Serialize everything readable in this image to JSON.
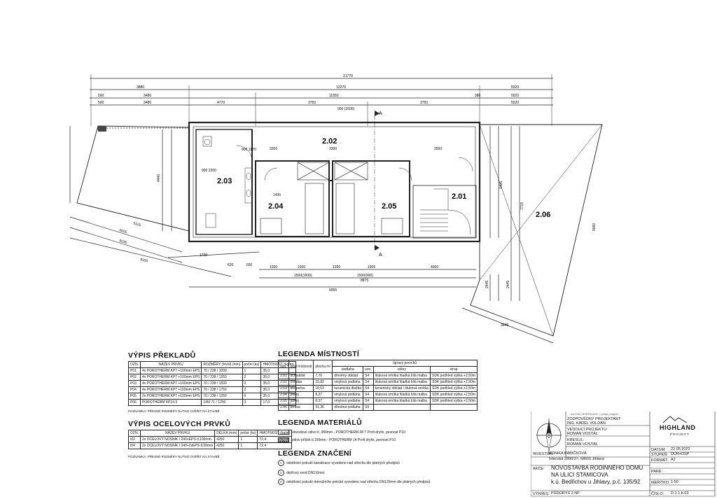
{
  "plan": {
    "rooms": [
      {
        "id": "2.02",
        "name": "room-2-02-label"
      },
      {
        "id": "2.03",
        "name": "room-2-03-label"
      },
      {
        "id": "2.04",
        "name": "room-2-04-label"
      },
      {
        "id": "2.05",
        "name": "room-2-05-label"
      },
      {
        "id": "2.01",
        "name": "room-2-01-label"
      },
      {
        "id": "2.06",
        "name": "room-2-06-label"
      }
    ],
    "dims_top": [
      "21770",
      "3880",
      "12270",
      "5520",
      "500",
      "3480",
      "11550",
      "380",
      "5520",
      "500",
      "3480",
      "4770",
      "3750",
      "3750",
      "5520",
      "900 (1600)"
    ],
    "dims_bottom": [
      "1000",
      "1500",
      "1250",
      "1500",
      "4000",
      "1500(1500)",
      "1500(900)",
      "8875",
      "9055",
      "1720",
      "5125",
      "620",
      "650"
    ],
    "section_marks": [
      "A",
      "A"
    ],
    "inner_dims": [
      "3300",
      "2500",
      "1435",
      "3300",
      "4405",
      "7715",
      "9060",
      "4440",
      "2445",
      "2445",
      "3645",
      "5025",
      "5035",
      "8150",
      "900 2200",
      "900 1970"
    ]
  },
  "lintels": {
    "title": "VÝPIS PŘEKLADŮ",
    "headers": [
      "OZN.",
      "NÁZEV PRVKU",
      "ROZMĚRY (š/v/d) (mm)",
      "počet (ks)",
      "HMOTNOST (kg/m)"
    ],
    "rows": [
      [
        "P01",
        "4x POROTHERM KP7 +100mm EPS",
        "70 / 238 / 1000",
        "1",
        "35,0"
      ],
      [
        "P02",
        "4x POROTHERM KP7 +100mm EPS",
        "70 / 238 / 1250",
        "2",
        "35,0"
      ],
      [
        "P03",
        "4x POROTHERM KP7 +100mm EPS",
        "70 / 238 / 1500",
        "0",
        "35,0"
      ],
      [
        "P04",
        "4x POROTHERM KP7 +100mm EPS",
        "70 / 238 / 1750",
        "2",
        "35,0"
      ],
      [
        "P05",
        "2x POROTHERM KP7 +100mm EPS",
        "70 / 238 / 1250",
        "0",
        "35,0"
      ],
      [
        "P06",
        "POROTHERM KP14,5",
        "145/ 71 / 1250",
        "3",
        "17,0"
      ]
    ],
    "note": "POZNÁMKA: PŘESNÉ ROZMĚRY NUTNO OVĚŘIT NA STAVBĚ"
  },
  "steel": {
    "title": "VÝPIS OCELOVÝCH PRVKŮ",
    "headers": [
      "OZN.",
      "NÁZEV PRVKU",
      "DÉLKA (mm)",
      "počet (ks)",
      "HMOTNOST (kg/m)"
    ],
    "rows": [
      [
        "I02",
        "2x OCELOVÝ NOSNÍK I 240+EPS tl.100mm",
        "4250",
        "1",
        "72,4"
      ],
      [
        "I04",
        "2x OCELOVÝ NOSNÍK I 240+2xEPS tl.50mm",
        "4250",
        "1",
        "72,4"
      ]
    ],
    "note": "POZNÁMKA: PŘESNÉ ROZMĚRY NUTNO OVĚŘIT NA STAVBĚ"
  },
  "rooms_legend": {
    "title": "LEGENDA MÍSTNOSTÍ",
    "headers": [
      "ozn.",
      "účel místnosti",
      "plocha m²",
      "úpravy povrchů",
      "podlaha",
      "ozn.",
      "stěny",
      "strop"
    ],
    "rows": [
      [
        "2.01",
        "schodiště",
        "7,76",
        "dřevěný obklad",
        "S4",
        "štuková omítka hladká bílá malba",
        "SDK podhled výška +2,50m"
      ],
      [
        "2.02",
        "chodba",
        "15,82",
        "vinylová podlaha",
        "S4",
        "štuková omítka hladká bílá malba",
        "SDK podhled výška +2,50m"
      ],
      [
        "2.03",
        "koupelna",
        "10,53",
        "keramická dlažba",
        "S4",
        "keramický obklad / štuková omítka",
        "SDK podhled výška +2,50m"
      ],
      [
        "2.04",
        "pokoj",
        "8,37",
        "vinylová podlaha",
        "S4",
        "štuková omítka hladká bílá malba",
        "SDK podhled výška +2,50m"
      ],
      [
        "2.05",
        "pokoj",
        "8,37",
        "vinylová podlaha",
        "S4",
        "štuková omítka hladká bílá malba",
        "SDK podhled výška +2,50m"
      ],
      [
        "2.06",
        "terasa",
        "31,36",
        "dřevěná podlaha",
        "S5",
        "",
        ""
      ]
    ]
  },
  "materials": {
    "title": "LEGENDA MATERIÁLŮ",
    "items": [
      {
        "text": "obvodové zdivo tl. 380mm - POROTHERM 38 T Profi dryfix, pevnost P10",
        "style": "plain"
      },
      {
        "text": "zdivo příček tl.150mm - POROTHERM 14 Profi dryfix, pevnost P10",
        "style": "hatch"
      }
    ]
  },
  "symbols": {
    "title": "LEGENDA ZNAČENÍ",
    "items": [
      {
        "sym": "K",
        "text": "odvětrání potrubí kanalizace vyvedeno nad střechu dle platných předpisů"
      },
      {
        "sym": "D",
        "text": "dešťový svod DN110mm"
      },
      {
        "sym": "R",
        "text": "odvětrání potrubí drenážního potrubí vyvedeno nad střechu DN125mm dle platných předpisů"
      }
    ]
  },
  "title_block": {
    "stamp": "AUTOR-VERIFIKACE: rozsah projektu",
    "zodp_label": "ZODPOVĚDNÝ PROJEKTANT:",
    "zodp": "ING. KAREL VOLDÁN",
    "ved_label": "VEDOUCÍ PROJEKTU:",
    "ved": "ROMAN VOSTÁL",
    "kreslil_label": "KRESLIL:",
    "kreslil": "ROMAN VOSTÁL",
    "brand": "HIGHLAND",
    "brand_sub": "PROJECT",
    "investor_label": "INVESTOR:",
    "investor": "MONIKA BABIČKOVÁ",
    "investor_addr": "Telečská 2896/37, 58601 Jihlava",
    "akce_label": "AKCE:",
    "akce_1": "NOVOSTAVBA RODINNÉHO DOMU",
    "akce_2": "NA ULICI STAMICOVA",
    "akce_3": "k.ú. Bedřichov u Jihlavy, p.č. 135/92",
    "vykres_label": "VÝKRES:",
    "vykres": "PŮDORYS 2.NP",
    "datum_label": "DATUM:",
    "datum": "22.05.2022",
    "stupen_label": "STUPEŇ:",
    "stupen": "DÚR+DSP",
    "format_label": "FORMÁT:",
    "format": "A2",
    "pare_label": "PARÉ:",
    "pare": "",
    "meritko_label": "MĚŘÍTKO:",
    "meritko": "1:50",
    "cislo_label": "ČÍSLO:",
    "cislo": "D.1.1.b.03"
  }
}
